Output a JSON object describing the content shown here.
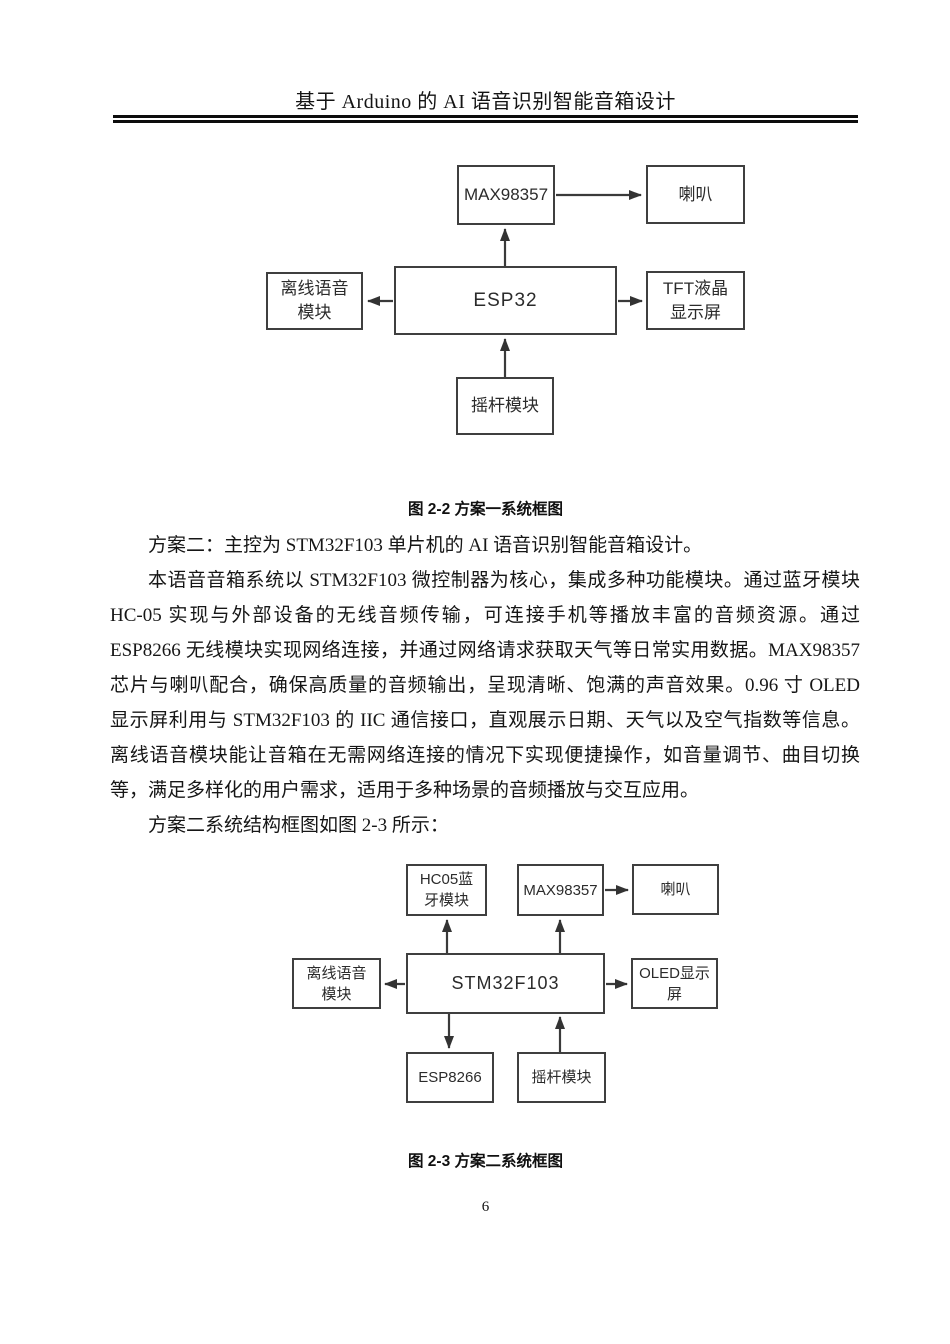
{
  "header": {
    "title": "基于 Arduino 的 AI 语音识别智能音箱设计"
  },
  "figure1": {
    "caption": "图 2-2 方案一系统框图",
    "boxes": {
      "max98357": [
        "MAX98357"
      ],
      "speaker": [
        "喇叭"
      ],
      "offline_voice": [
        "离线语音",
        "模块"
      ],
      "esp32": [
        "ESP32"
      ],
      "tft_display": [
        "TFT液晶",
        "显示屏"
      ],
      "joystick": [
        "摇杆模块"
      ]
    }
  },
  "body": {
    "p1": "方案二：主控为 STM32F103 单片机的 AI 语音识别智能音箱设计。",
    "p2_lines": [
      "本语音音箱系统以 STM32F103 微控制器为核心，集成多种功能模块。通过蓝牙模块",
      "HC-05 实现与外部设备的无线音频传输，可连接手机等播放丰富的音频资源。通过",
      "ESP8266 无线模块实现网络连接，并通过网络请求获取天气等日常实用数据。MAX98357",
      "芯片与喇叭配合，确保高质量的音频输出，呈现清晰、饱满的声音效果。0.96 寸 OLED",
      "显示屏利用与 STM32F103 的 IIC 通信接口，直观展示日期、天气以及空气指数等信息。",
      "离线语音模块能让音箱在无需网络连接的情况下实现便捷操作，如音量调节、曲目切换",
      "等，满足多样化的用户需求，适用于多种场景的音频播放与交互应用。"
    ],
    "p3": "方案二系统结构框图如图 2-3 所示："
  },
  "figure2": {
    "caption": "图 2-3 方案二系统框图",
    "boxes": {
      "hc05_bluetooth": [
        "HC05蓝",
        "牙模块"
      ],
      "max98357": [
        "MAX98357"
      ],
      "speaker": [
        "喇叭"
      ],
      "stm32f103": [
        "STM32F103"
      ],
      "offline_voice": [
        "离线语音",
        "模块"
      ],
      "oled_display": [
        "OLED显示",
        "屏"
      ],
      "esp8266": [
        "ESP8266"
      ],
      "joystick": [
        "摇杆模块"
      ]
    }
  },
  "footer": {
    "page_number": "6"
  }
}
